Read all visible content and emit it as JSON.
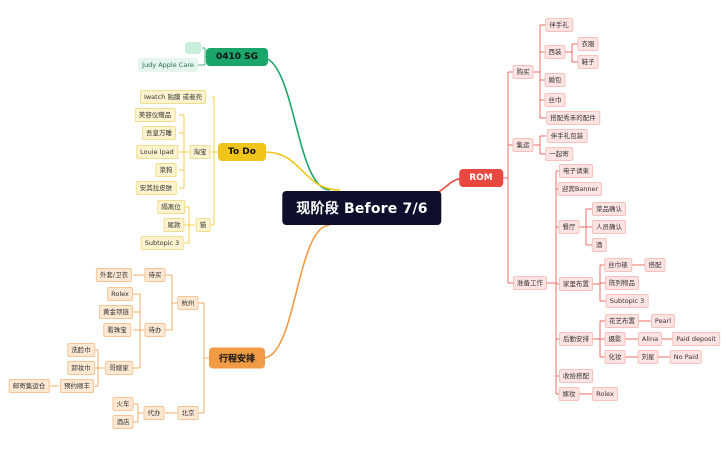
{
  "colors": {
    "root_bg": "#0e0f2c",
    "red": "#e8483f",
    "green": "#1aa66a",
    "yellow": "#f0c419",
    "orange": "#f29b45",
    "green_light": "#e6f6ee",
    "yellow_light": "#fdf3cf",
    "orange_light": "#fde8d4",
    "red_light": "#fde4e2"
  },
  "root": {
    "label": "现阶段 Before 7/6"
  },
  "rom": {
    "label": "ROM",
    "buy": {
      "label": "购买",
      "items": [
        "伴手礼",
        "西装",
        "婚包",
        "丝巾",
        "搭配秀禾的配件"
      ],
      "suit_items": [
        "衣服",
        "鞋子"
      ]
    },
    "collect": {
      "label": "集运",
      "items": [
        "伴手礼包装",
        "一起寄"
      ]
    },
    "prep": {
      "label": "准备工作",
      "items": [
        "电子请柬",
        "迎宾Banner",
        "餐厅",
        "家里布置",
        "后勤安排",
        "收拾搭配",
        "嫁妆"
      ],
      "restaurant": [
        "菜品确认",
        "人员确认",
        "酒"
      ],
      "home": [
        "丝巾裱",
        "陈列物品",
        "Subtopic 3"
      ],
      "home_frame": "搭配",
      "logistics": [
        "花艺布置",
        "摄影",
        "化妆"
      ],
      "flower": "Pearl",
      "photo": "Alina",
      "photo_deposit": "Paid deposit",
      "makeup": "刘星",
      "makeup_pay": "No Paid",
      "dowry": "Rolex"
    }
  },
  "sg": {
    "label": "0410 SG",
    "items": [
      "Judy Apple Care"
    ]
  },
  "todo": {
    "label": "To Do",
    "direct": "Iwatch 贴膜 或者壳",
    "taobao": {
      "label": "淘宝",
      "items": [
        "美容仪赠品",
        "吾皇万睡",
        "Louie Ipad",
        "菜狗",
        "安其拉皮肤"
      ]
    },
    "cat": {
      "label": "猫",
      "items": [
        "隔离位",
        "尾款",
        "Subtopic 3"
      ]
    }
  },
  "trip": {
    "label": "行程安排",
    "hangzhou": {
      "label": "杭州",
      "buy": {
        "label": "待买",
        "items": [
          "外套/卫衣"
        ]
      },
      "todo": {
        "label": "待办",
        "items": [
          "Rolex",
          "黄金项链",
          "看珠宝",
          "哥嫂家"
        ]
      },
      "brother": [
        "洗脸巾",
        "卸妆巾",
        "预约顺丰"
      ],
      "sf": "邮寄集运仓"
    },
    "beijing": {
      "label": "北京",
      "todo": {
        "label": "代办",
        "items": [
          "火车",
          "酒店"
        ]
      }
    }
  }
}
